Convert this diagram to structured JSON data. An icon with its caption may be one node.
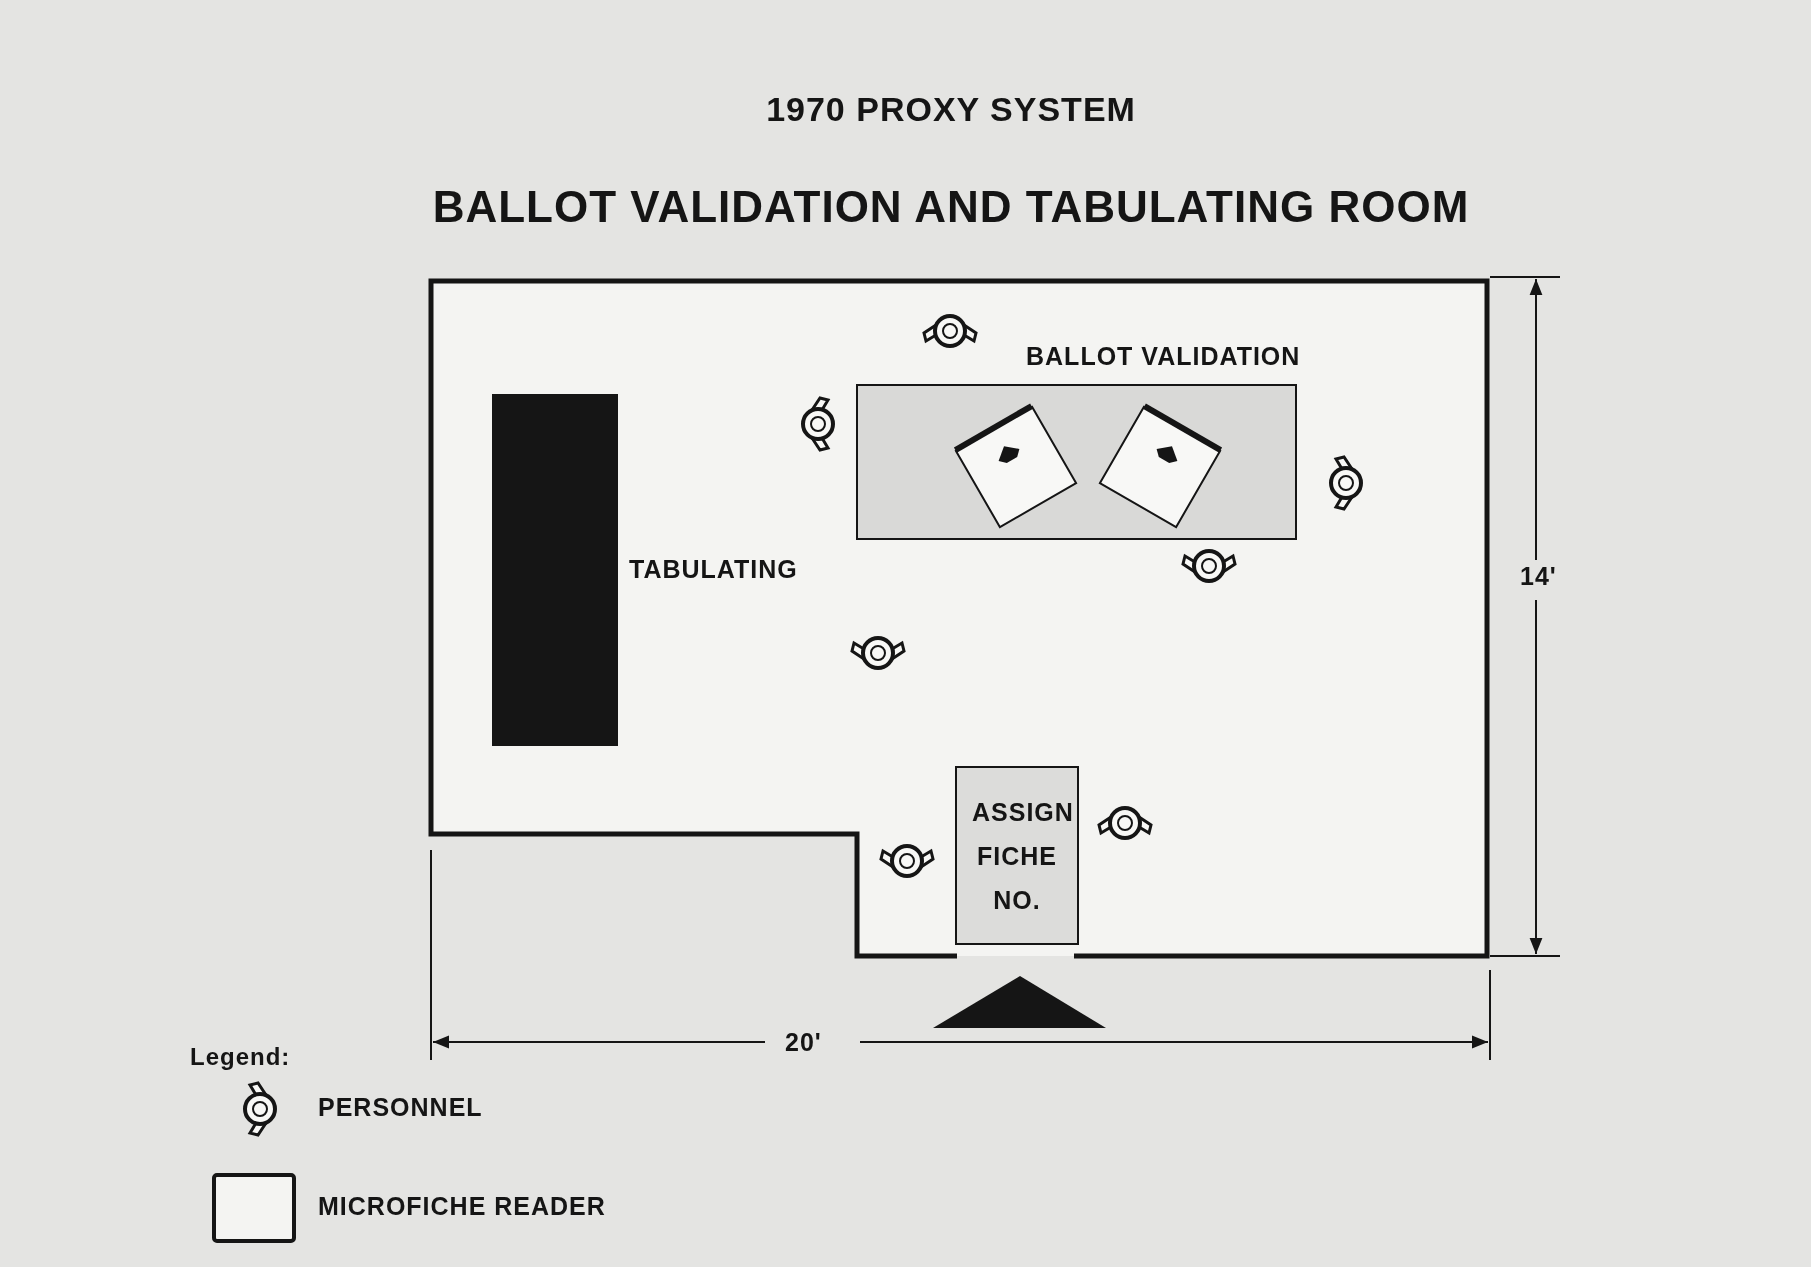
{
  "diagram": {
    "title": "BALLOT VALIDATION AND TABULATING ROOM",
    "nodes": [
      {
        "text": [
          "ASSIGN FICHE NO."
        ]
      }
    ],
    "labels": [
      "1970 PROXY SYSTEM",
      "BALLOT VALIDATION",
      "TABULATING",
      "14'",
      "20'",
      "Legend:"
    ],
    "legend": [
      {
        "text": "PERSONNEL"
      },
      {
        "text": "MICROFICHE READER"
      }
    ]
  }
}
